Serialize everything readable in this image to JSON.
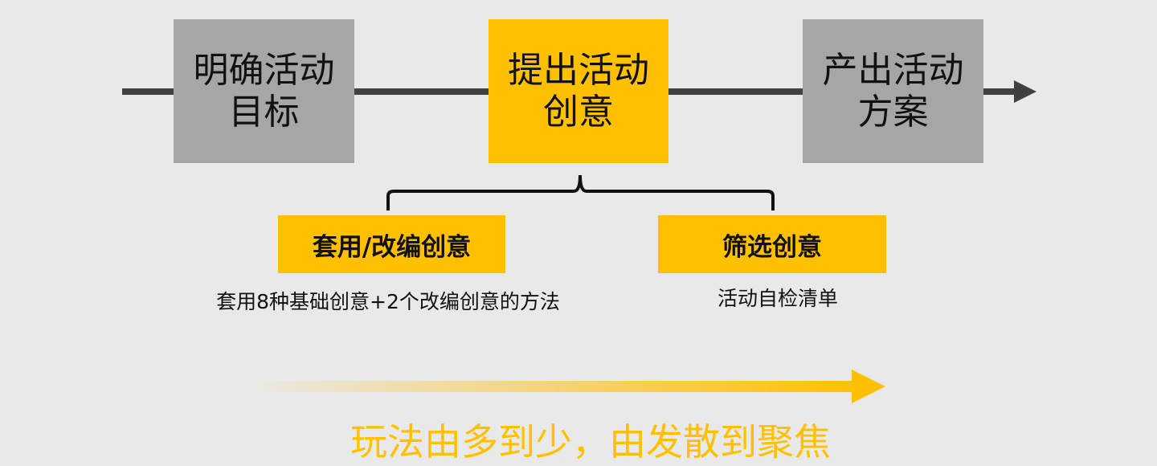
{
  "steps": [
    {
      "line1": "明确活动",
      "line2": "目标"
    },
    {
      "line1": "提出活动",
      "line2": "创意"
    },
    {
      "line1": "产出活动",
      "line2": "方案"
    }
  ],
  "substeps": [
    {
      "label": "套用/改编创意",
      "description": "套用8种基础创意+2个改编创意的方法"
    },
    {
      "label": "筛选创意",
      "description": "活动自检清单"
    }
  ],
  "summary": "玩法由多到少，由发散到聚焦",
  "colors": {
    "background": "#e9e9e9",
    "gray_box": "#a6a6a6",
    "accent": "#ffc000",
    "line": "#404040"
  }
}
